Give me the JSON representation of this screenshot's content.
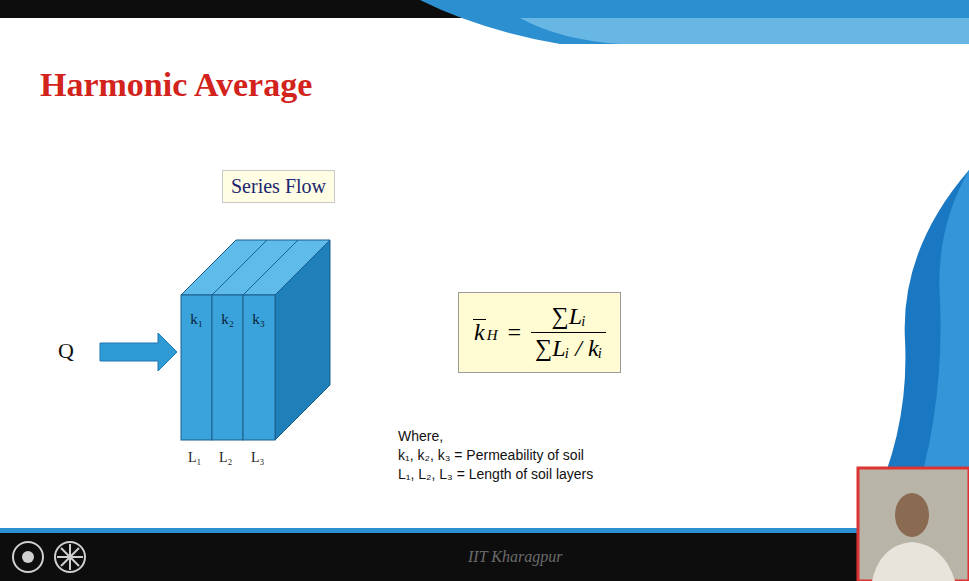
{
  "diagram": {
    "title": "Harmonic Average",
    "nodes": [
      {
        "text": [
          "Series Flow"
        ]
      },
      {
        "text": [
          "k₁"
        ]
      },
      {
        "text": [
          "k₂"
        ]
      },
      {
        "text": [
          "k₃"
        ]
      },
      {
        "text": [
          "k",
          "H",
          "=",
          "∑Lᵢ",
          "∑Lᵢ / kᵢ"
        ]
      }
    ],
    "labels": [
      "Q",
      "L₁",
      "L₂",
      "L₃",
      "Where,",
      "k₁, k₂, k₃ = Permeability of soil",
      "L₁, L₂, L₃ = Length of soil layers",
      "IIT Kharagpur"
    ]
  }
}
